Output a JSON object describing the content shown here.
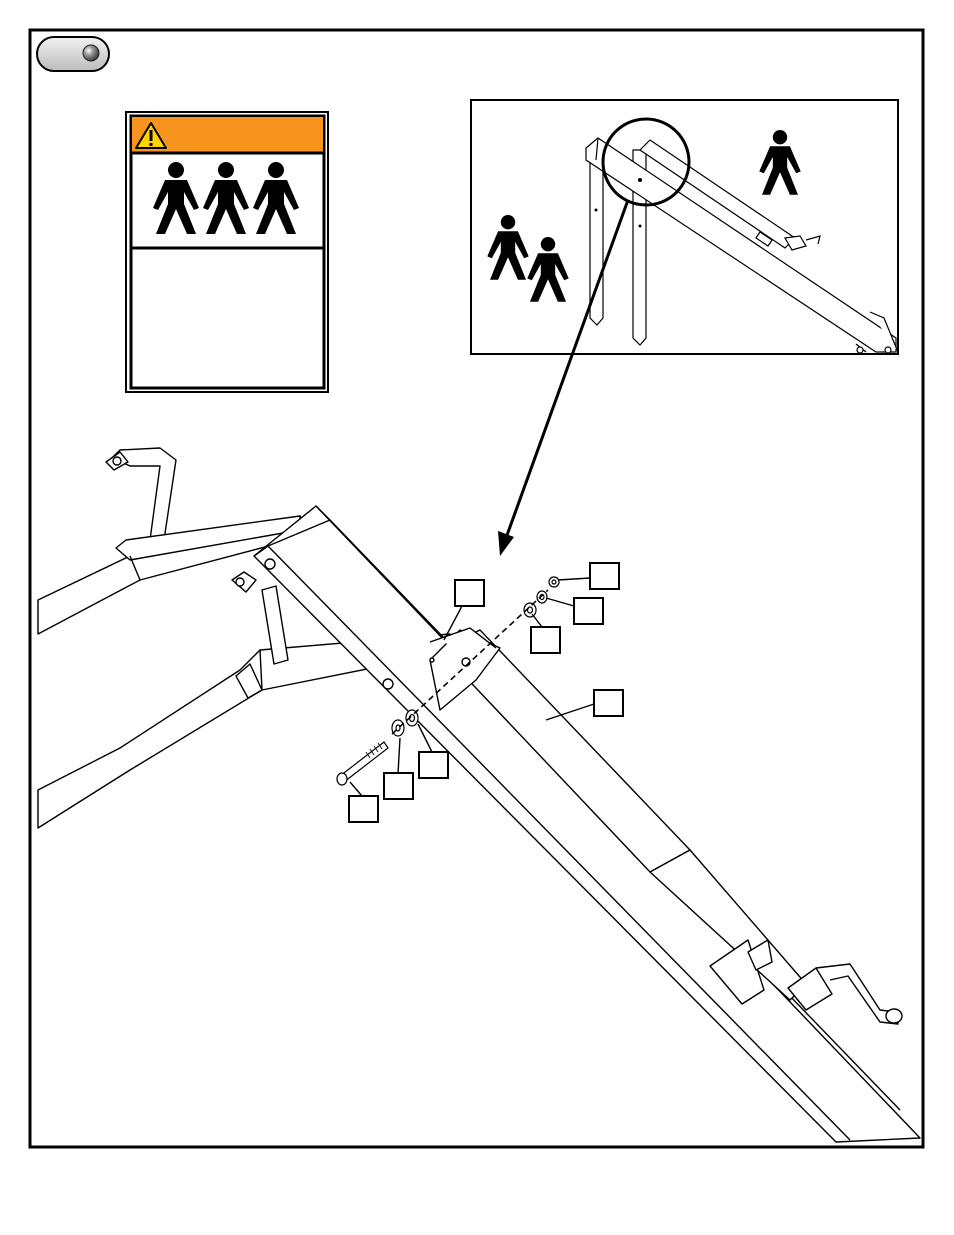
{
  "step": {
    "number": "",
    "badge_icon": "step-bubble"
  },
  "warning": {
    "icon": "warning-triangle-icon",
    "header_text": "",
    "header_color": "#F7941D",
    "people_count": 3,
    "body_text": ""
  },
  "inset": {
    "icon_groups": [
      "person-icon",
      "two-people-icon"
    ]
  },
  "callouts": [
    {
      "id": "callout-upper-tube",
      "label": ""
    },
    {
      "id": "callout-nut",
      "label": ""
    },
    {
      "id": "callout-lock-washer",
      "label": ""
    },
    {
      "id": "callout-flat-washer-right",
      "label": ""
    },
    {
      "id": "callout-main-beam",
      "label": ""
    },
    {
      "id": "callout-flat-washer-left",
      "label": ""
    },
    {
      "id": "callout-washer-left",
      "label": ""
    },
    {
      "id": "callout-bolt",
      "label": ""
    }
  ]
}
